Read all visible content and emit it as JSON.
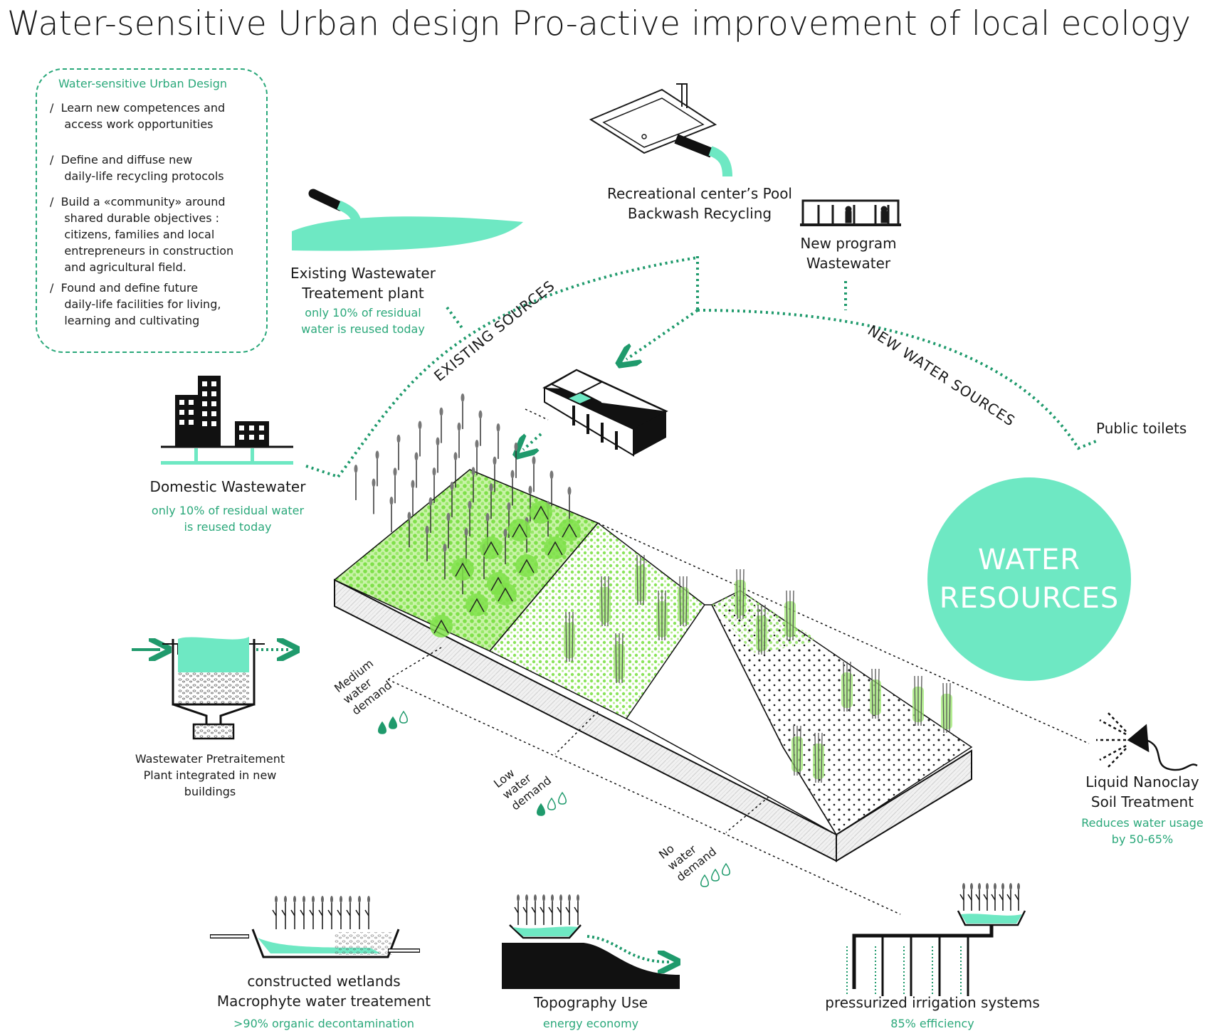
{
  "title": "Water-sensitive Urban design Pro-active improvement of local ecology",
  "colors": {
    "accent": "#6ee8c3",
    "accent_text": "#2aa87a",
    "plant": "#7fe04a",
    "ink": "#1a1a1a"
  },
  "design_box": {
    "heading": "Water-sensitive Urban Design",
    "items": [
      "/  Learn new competences and\n    access work opportunities",
      "/  Define and diffuse new\n    daily-life recycling protocols",
      "/  Build a «community» around\n    shared durable objectives :\n    citizens, families and local\n    entrepreneurs in construction\n    and agricultural field.",
      "/  Found and define future\n    daily-life facilities for living,\n    learning and cultivating"
    ]
  },
  "sources": {
    "pool": "Recreational center’s Pool\nBackwash Recycling",
    "new_program": "New program\nWastewater",
    "treatment_plant": "Existing Wastewater\nTreatement plant",
    "treatment_note": "only 10% of residual\nwater is reused today",
    "domestic": "Domestic Wastewater",
    "domestic_note": "only 10% of residual water\nis reused today",
    "public_toilets": "Public toilets",
    "existing_arc": "EXISTING SOURCES",
    "new_arc": "NEW  WATER SOURCES"
  },
  "water_resources": "WATER\nRESOURCES",
  "demand": {
    "medium": "Medium\nwater\ndemand",
    "low": "Low\nwater\ndemand",
    "none": "No\nwater\ndemand"
  },
  "pretreatment": "Wastewater Pretraitement\nPlant integrated in new\nbuildings",
  "nanoclay": {
    "label": "Liquid Nanoclay\nSoil Treatment",
    "note": "Reduces water usage\nby 50-65%"
  },
  "wetlands": {
    "label": "constructed wetlands\nMacrophyte water treatement",
    "note": ">90% organic decontamination"
  },
  "topography": {
    "label": "Topography Use",
    "note": "energy economy"
  },
  "irrigation": {
    "label": "pressurized irrigation systems",
    "note": "85% efficiency"
  },
  "icons": [
    "pool-icon",
    "building-icon",
    "city-buildings-icon",
    "pipe-icon",
    "sprinkler-icon",
    "water-drop-icon",
    "tank-icon",
    "wetland-icon",
    "slope-icon",
    "irrigation-icon"
  ]
}
